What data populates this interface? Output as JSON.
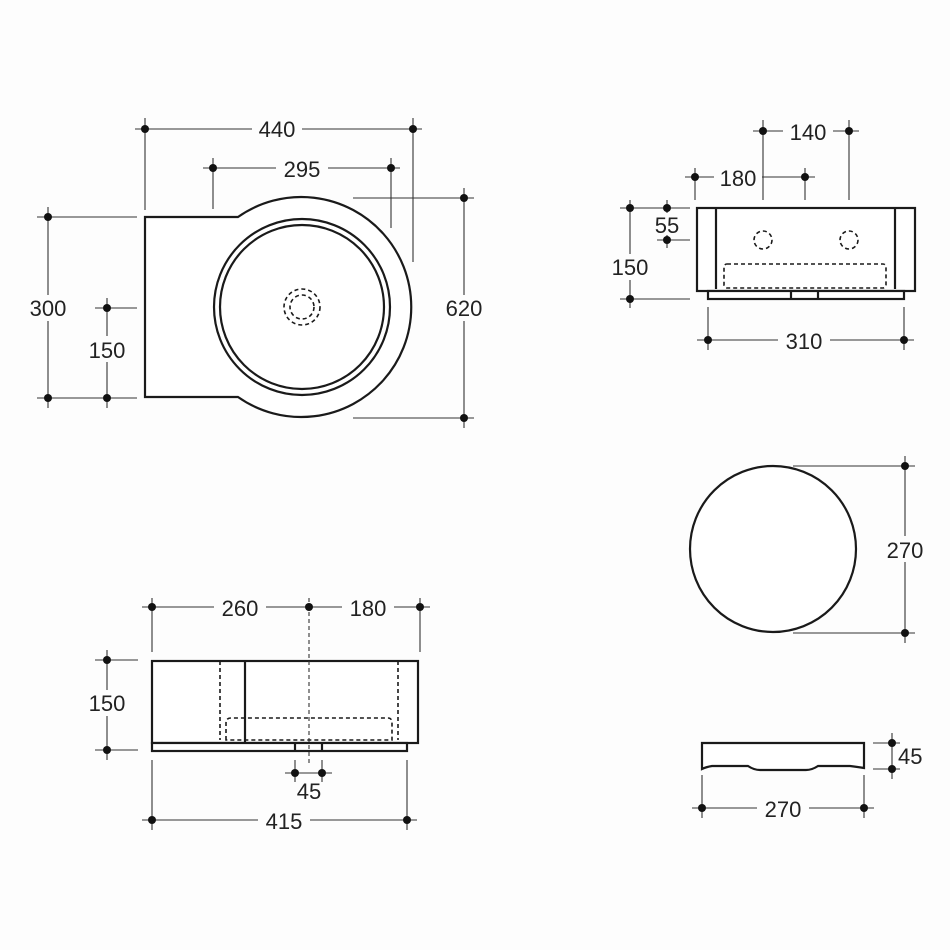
{
  "drawing": {
    "units": "mm",
    "views": {
      "top_view": {
        "dimensions": {
          "overall_width": "440",
          "bowl_width": "295",
          "ledge_depth": "300",
          "ledge_half_depth": "150",
          "overall_depth": "620"
        }
      },
      "side_view": {
        "dimensions": {
          "tap_spacing": "140",
          "tap_offset": "180",
          "tap_height_from_top": "55",
          "height": "150",
          "width": "310"
        }
      },
      "front_view": {
        "dimensions": {
          "left_to_drain": "260",
          "drain_to_right": "180",
          "height": "150",
          "drain_width": "45",
          "overall_width": "415"
        }
      },
      "plate_top_view": {
        "dimensions": {
          "diameter": "270"
        }
      },
      "plate_side_view": {
        "dimensions": {
          "thickness": "45",
          "width": "270"
        }
      }
    }
  }
}
